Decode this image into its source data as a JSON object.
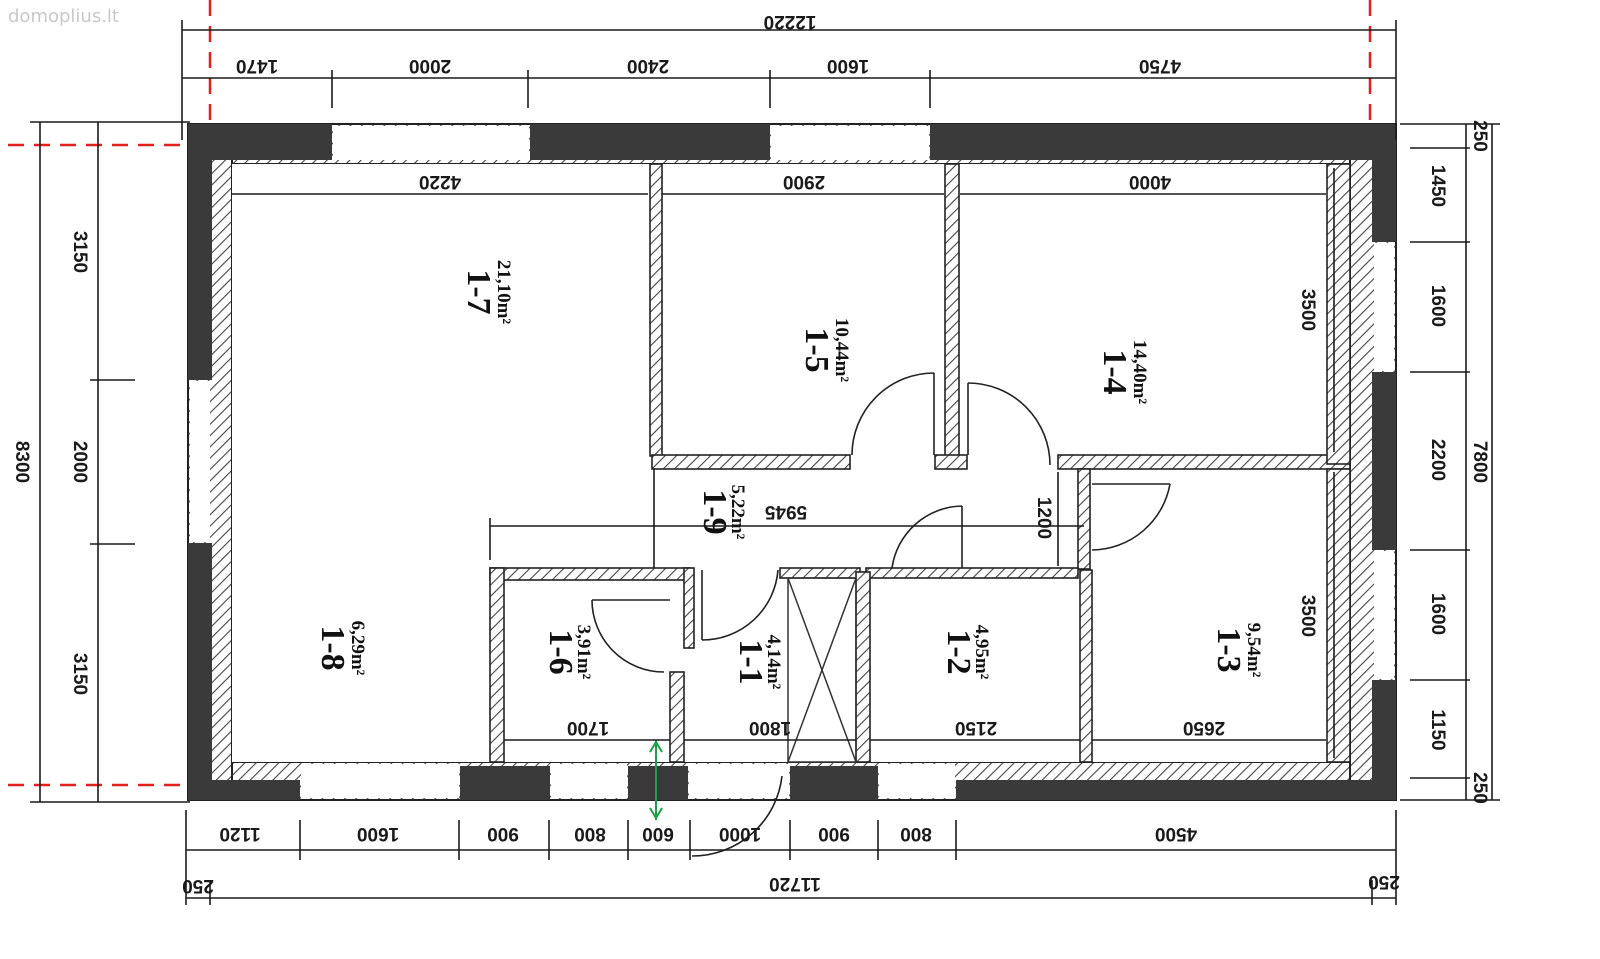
{
  "watermark": "domoplius.lt",
  "dimensions": {
    "top_total": "12220",
    "top_segments": [
      "1470",
      "2000",
      "2400",
      "1600",
      "4750"
    ],
    "bottom_total": "11720",
    "bottom_edge_left": "250",
    "bottom_edge_right": "250",
    "bottom_segments": [
      "1120",
      "1600",
      "900",
      "800",
      "600",
      "1000",
      "900",
      "800",
      "4500"
    ],
    "left_total": "8300",
    "left_segments": [
      "3150",
      "2000",
      "3150"
    ],
    "right_total": "7800",
    "right_segments": [
      "1450",
      "1600",
      "2200",
      "1600",
      "1150"
    ],
    "right_edge_top": "250",
    "right_edge_bottom": "250",
    "interior": {
      "room_1_7_width": "4220",
      "room_1_5_width": "2900",
      "room_1_4_width": "4000",
      "room_1_4_height": "3500",
      "room_1_3_height": "3500",
      "hall_length": "5945",
      "hall_width": "1200",
      "room_1_6_width": "1700",
      "room_1_1_width": "1800",
      "room_1_2_width": "2150",
      "room_1_3_width": "2650"
    }
  },
  "rooms": [
    {
      "id": "1-7",
      "area": "21,10m²"
    },
    {
      "id": "1-5",
      "area": "10,44m²"
    },
    {
      "id": "1-4",
      "area": "14,40m²"
    },
    {
      "id": "1-9",
      "area": "5,22m²"
    },
    {
      "id": "1-8",
      "area": "6,29m²"
    },
    {
      "id": "1-6",
      "area": "3,91m²"
    },
    {
      "id": "1-1",
      "area": "4,14m²"
    },
    {
      "id": "1-2",
      "area": "4,95m²"
    },
    {
      "id": "1-3",
      "area": "9,54m²"
    }
  ],
  "colors": {
    "wall": "#3a3a3a",
    "hatch": "#555555",
    "axis": "#e0201c",
    "line": "#1a1a1a",
    "green_marker": "#1f9d4a"
  }
}
